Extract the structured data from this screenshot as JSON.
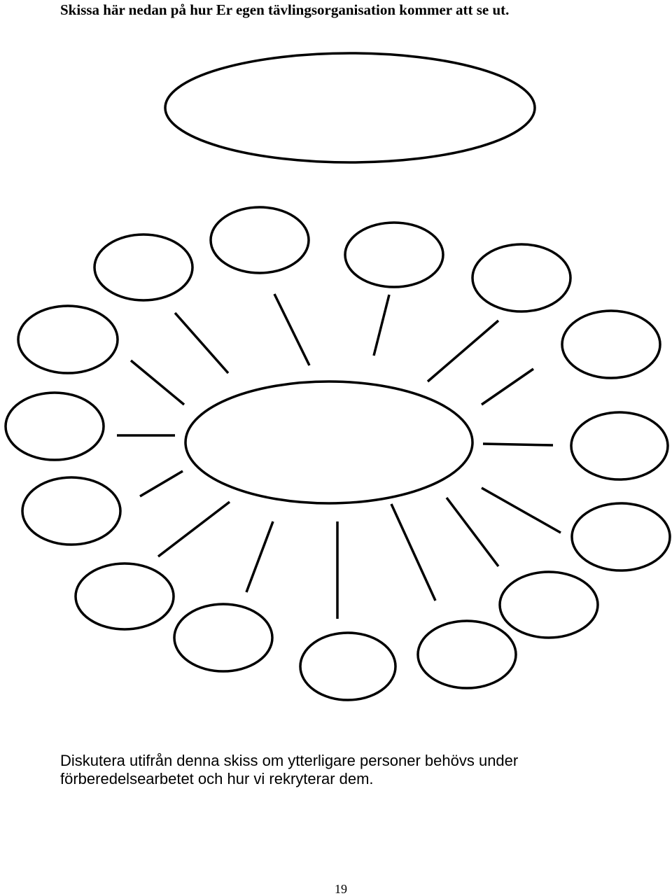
{
  "heading": "Skissa här nedan på hur Er egen tävlingsorganisation kommer att se ut.",
  "instructions": {
    "line1": "Diskutera utifrån denna skiss om ytterligare personer behövs under",
    "line2": "förberedelsearbetet och hur vi rekryterar dem."
  },
  "page_number": "19"
}
